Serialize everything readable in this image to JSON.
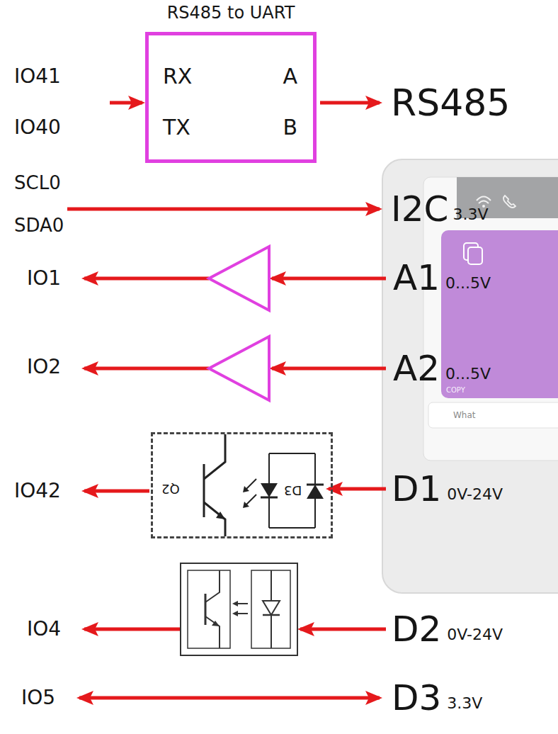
{
  "diagram": {
    "nodes": [
      {
        "text": [
          "RS485 to UART",
          "RX",
          "A",
          "TX",
          "B"
        ]
      },
      {
        "text": [
          "Q2",
          "D3"
        ]
      }
    ],
    "labels": [
      "IO41",
      "IO40",
      "RS485",
      "SCL0",
      "SDA0",
      "I2C",
      "3.3V",
      "IO1",
      "A1",
      "0...5V",
      "IO2",
      "A2",
      "0...5V",
      "IO42",
      "D1",
      "0V-24V",
      "IO4",
      "D2",
      "0V-24V",
      "IO5",
      "D3",
      "3.3V",
      "COPY",
      "What"
    ]
  }
}
